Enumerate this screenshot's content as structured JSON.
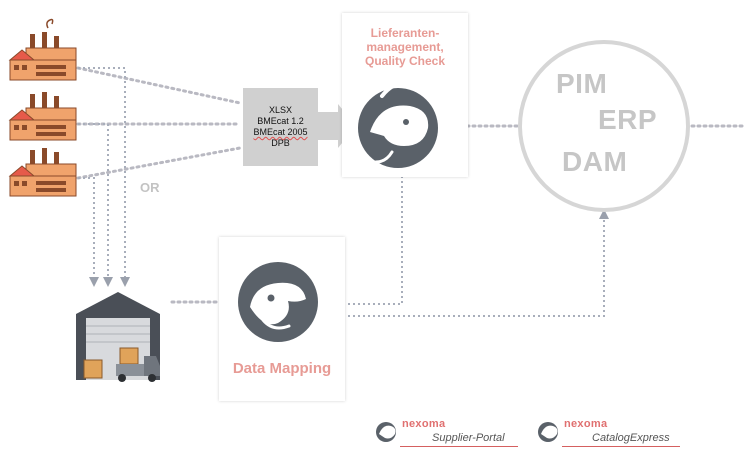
{
  "formats": [
    "XLSX",
    "BMEcat 1.2",
    "BMEcat 2005",
    "DPB"
  ],
  "or_label": "OR",
  "supplier_title_lines": [
    "Lieferanten-",
    "management,",
    "Quality Check"
  ],
  "mapping_title": "Data Mapping",
  "systems": [
    "PIM",
    "ERP",
    "DAM"
  ],
  "brands": [
    {
      "name": "nexoma",
      "product": "Supplier-Portal"
    },
    {
      "name": "nexoma",
      "product": "CatalogExpress"
    }
  ],
  "colors": {
    "accent_red": "#e79b95",
    "connector_gray": "#b9b9c2",
    "icon_gray": "#5a6169",
    "factory_orange": "#f0a36c",
    "factory_dark": "#8a4a2a"
  }
}
